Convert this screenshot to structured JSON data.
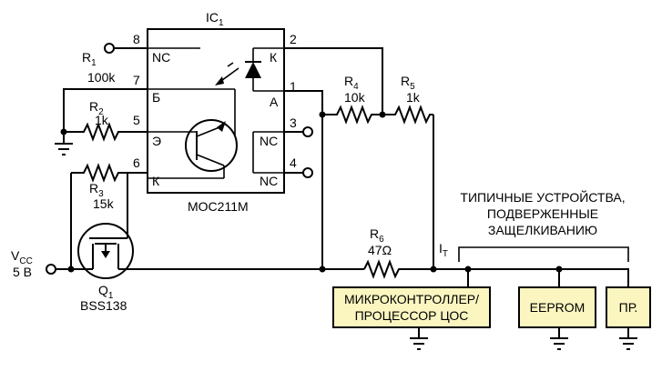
{
  "ic": {
    "name": "IC",
    "sub": "1",
    "part": "MOC211M",
    "pins": [
      "8",
      "7",
      "5",
      "6",
      "2",
      "1",
      "3",
      "4"
    ],
    "pin_labels": {
      "nc_top": "NC",
      "b": "Б",
      "e": "Э",
      "k_left": "К",
      "k_right": "К",
      "a": "А",
      "nc3": "NC",
      "nc4": "NC"
    }
  },
  "resistors": {
    "r1": {
      "name": "R",
      "sub": "1",
      "value": "100k"
    },
    "r2": {
      "name": "R",
      "sub": "2",
      "value": "1k"
    },
    "r3": {
      "name": "R",
      "sub": "3",
      "value": "15k"
    },
    "r4": {
      "name": "R",
      "sub": "4",
      "value": "10k"
    },
    "r5": {
      "name": "R",
      "sub": "5",
      "value": "1k"
    },
    "r6": {
      "name": "R",
      "sub": "6",
      "value": "47Ω"
    }
  },
  "transistor": {
    "name": "Q",
    "sub": "1",
    "part": "BSS138"
  },
  "supply": {
    "name": "V",
    "sub": "CC",
    "value": "5 В"
  },
  "current": {
    "name": "I",
    "sub": "T"
  },
  "group_label": [
    "ТИПИЧНЫЕ УСТРОЙСТВА,",
    "ПОДВЕРЖЕННЫЕ",
    "ЗАЩЕЛКИВАНИЮ"
  ],
  "devices": {
    "mcu": [
      "МИКРОКОНТРОЛЛЕР/",
      "ПРОЦЕССОР ЦОС"
    ],
    "eeprom": "EEPROM",
    "other": "ПР."
  }
}
